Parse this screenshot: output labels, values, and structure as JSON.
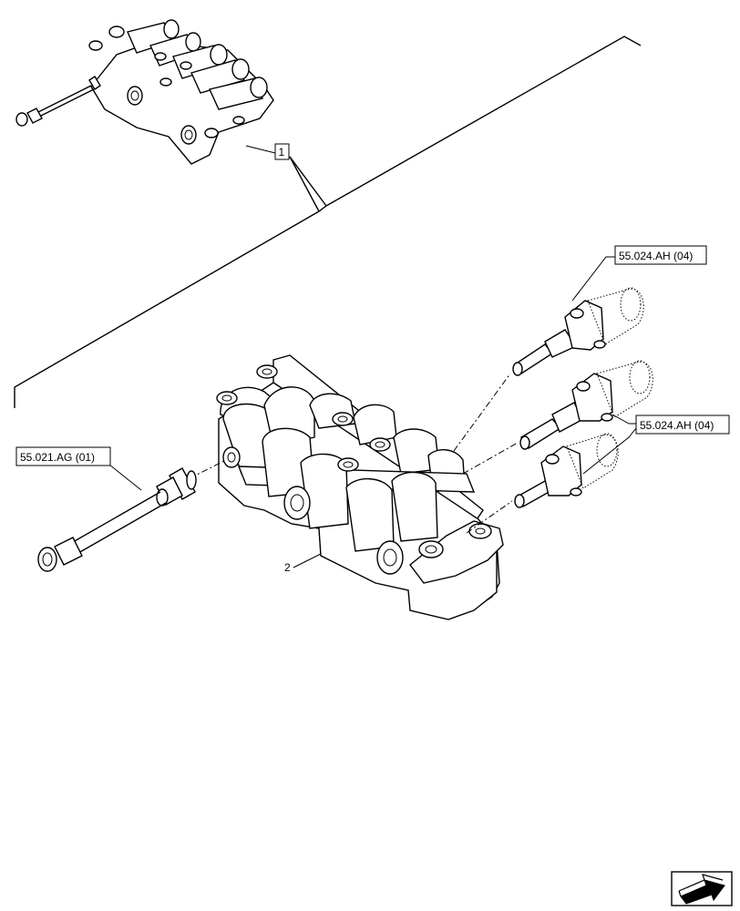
{
  "callouts": {
    "ref_1": "1",
    "ref_2": "2",
    "ref_solenoid_upper": "55.024.AH (04)",
    "ref_solenoid_lower": "55.024.AH (04)",
    "ref_sensor": "55.021.AG (01)"
  },
  "icons": {
    "corner": "navigation-arrow-icon"
  }
}
